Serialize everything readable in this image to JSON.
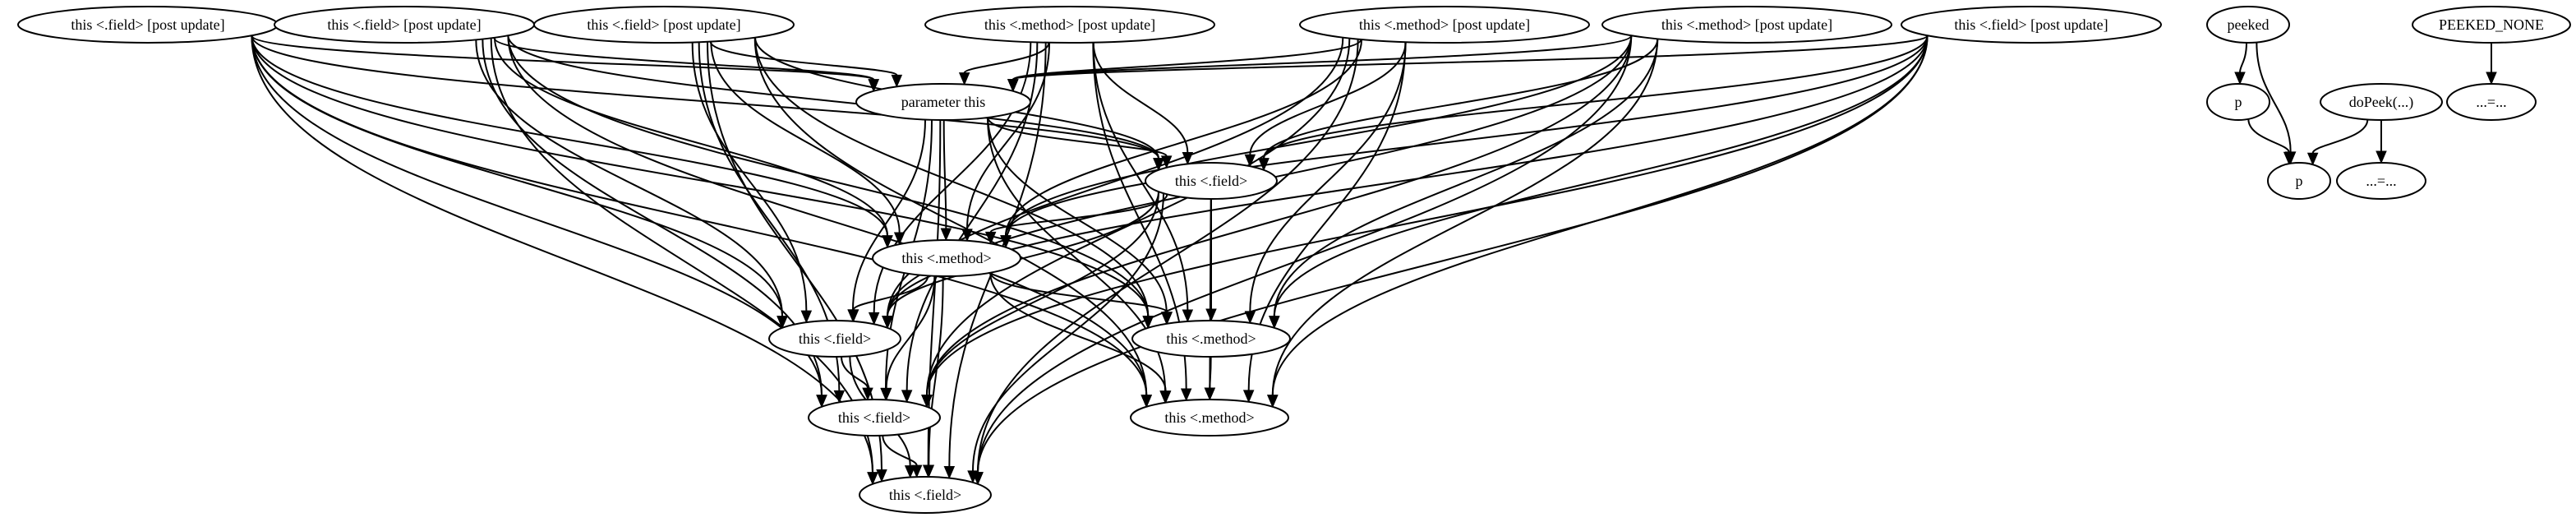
{
  "nodes": [
    {
      "id": "pf1",
      "label": "this <.field> [post update]"
    },
    {
      "id": "pf2",
      "label": "this <.field> [post update]"
    },
    {
      "id": "pf3",
      "label": "this <.field> [post update]"
    },
    {
      "id": "pm1",
      "label": "this <.method> [post update]"
    },
    {
      "id": "pm2",
      "label": "this <.method> [post update]"
    },
    {
      "id": "pm3",
      "label": "this <.method> [post update]"
    },
    {
      "id": "pf4",
      "label": "this <.field> [post update]"
    },
    {
      "id": "peeked",
      "label": "peeked"
    },
    {
      "id": "peeked_none",
      "label": "PEEKED_NONE"
    },
    {
      "id": "p1",
      "label": "p"
    },
    {
      "id": "dopeek",
      "label": "doPeek(...)"
    },
    {
      "id": "dots1",
      "label": "...=..."
    },
    {
      "id": "param",
      "label": "parameter this"
    },
    {
      "id": "f1",
      "label": "this <.field>"
    },
    {
      "id": "p2",
      "label": "p"
    },
    {
      "id": "dots2",
      "label": "...=..."
    },
    {
      "id": "m1",
      "label": "this <.method>"
    },
    {
      "id": "f2",
      "label": "this <.field>"
    },
    {
      "id": "m2",
      "label": "this <.method>"
    },
    {
      "id": "f3",
      "label": "this <.field>"
    },
    {
      "id": "m3",
      "label": "this <.method>"
    },
    {
      "id": "f4",
      "label": "this <.field>"
    }
  ],
  "edges": [
    [
      "pf1",
      "param"
    ],
    [
      "pf1",
      "f1"
    ],
    [
      "pf1",
      "m1"
    ],
    [
      "pf1",
      "f2"
    ],
    [
      "pf1",
      "m2"
    ],
    [
      "pf1",
      "f3"
    ],
    [
      "pf1",
      "m3"
    ],
    [
      "pf1",
      "f4"
    ],
    [
      "pf2",
      "param"
    ],
    [
      "pf2",
      "f1"
    ],
    [
      "pf2",
      "m1"
    ],
    [
      "pf2",
      "f2"
    ],
    [
      "pf2",
      "m2"
    ],
    [
      "pf2",
      "f3"
    ],
    [
      "pf2",
      "m3"
    ],
    [
      "pf2",
      "f4"
    ],
    [
      "pf3",
      "param"
    ],
    [
      "pf3",
      "f1"
    ],
    [
      "pf3",
      "m1"
    ],
    [
      "pf3",
      "f2"
    ],
    [
      "pf3",
      "m2"
    ],
    [
      "pf3",
      "f3"
    ],
    [
      "pf3",
      "m3"
    ],
    [
      "pf3",
      "f4"
    ],
    [
      "pm1",
      "param"
    ],
    [
      "pm1",
      "f1"
    ],
    [
      "pm1",
      "m1"
    ],
    [
      "pm1",
      "f2"
    ],
    [
      "pm1",
      "m2"
    ],
    [
      "pm1",
      "f3"
    ],
    [
      "pm1",
      "m3"
    ],
    [
      "pm1",
      "f4"
    ],
    [
      "pm2",
      "param"
    ],
    [
      "pm2",
      "f1"
    ],
    [
      "pm2",
      "m1"
    ],
    [
      "pm2",
      "f2"
    ],
    [
      "pm2",
      "m2"
    ],
    [
      "pm2",
      "f3"
    ],
    [
      "pm2",
      "m3"
    ],
    [
      "pm2",
      "f4"
    ],
    [
      "pm3",
      "param"
    ],
    [
      "pm3",
      "f1"
    ],
    [
      "pm3",
      "m1"
    ],
    [
      "pm3",
      "f2"
    ],
    [
      "pm3",
      "m2"
    ],
    [
      "pm3",
      "f3"
    ],
    [
      "pm3",
      "m3"
    ],
    [
      "pm3",
      "f4"
    ],
    [
      "pf4",
      "param"
    ],
    [
      "pf4",
      "f1"
    ],
    [
      "pf4",
      "m1"
    ],
    [
      "pf4",
      "f2"
    ],
    [
      "pf4",
      "m2"
    ],
    [
      "pf4",
      "f3"
    ],
    [
      "pf4",
      "m3"
    ],
    [
      "pf4",
      "f4"
    ],
    [
      "param",
      "f1"
    ],
    [
      "param",
      "m1"
    ],
    [
      "param",
      "f2"
    ],
    [
      "param",
      "m2"
    ],
    [
      "param",
      "f3"
    ],
    [
      "param",
      "m3"
    ],
    [
      "param",
      "f4"
    ],
    [
      "f1",
      "m1"
    ],
    [
      "f1",
      "f2"
    ],
    [
      "f1",
      "m2"
    ],
    [
      "f1",
      "f3"
    ],
    [
      "f1",
      "m3"
    ],
    [
      "f1",
      "f4"
    ],
    [
      "m1",
      "f2"
    ],
    [
      "m1",
      "m2"
    ],
    [
      "m1",
      "f3"
    ],
    [
      "m1",
      "m3"
    ],
    [
      "m1",
      "f4"
    ],
    [
      "f2",
      "f3"
    ],
    [
      "f2",
      "f4"
    ],
    [
      "m2",
      "m3"
    ],
    [
      "f3",
      "f4"
    ],
    [
      "peeked",
      "p1"
    ],
    [
      "peeked",
      "p2"
    ],
    [
      "p1",
      "p2"
    ],
    [
      "dopeek",
      "p2"
    ],
    [
      "dopeek",
      "dots2"
    ],
    [
      "peeked_none",
      "dots1"
    ]
  ]
}
